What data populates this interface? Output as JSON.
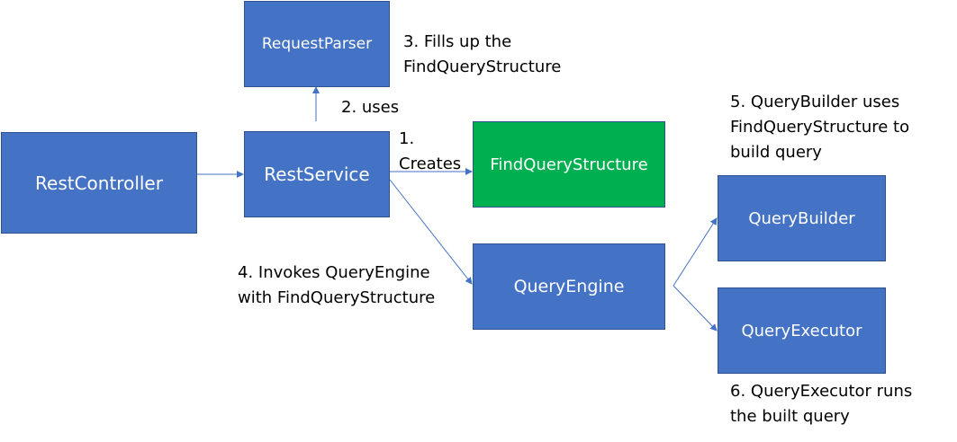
{
  "colors": {
    "box_fill": "#4472c4",
    "highlight_fill": "#00b050",
    "arrow": "#4472c4",
    "text": "#000000"
  },
  "nodes": {
    "rest_controller": "RestController",
    "rest_service": "RestService",
    "request_parser": "RequestParser",
    "find_query_structure": "FindQueryStructure",
    "query_engine": "QueryEngine",
    "query_builder": "QueryBuilder",
    "query_executor": "QueryExecutor"
  },
  "labels": {
    "step1": [
      "1.",
      "Creates"
    ],
    "step2": "2. uses",
    "step3": [
      "3. Fills up the",
      "FindQueryStructure"
    ],
    "step4": [
      "4. Invokes QueryEngine",
      "with FindQueryStructure"
    ],
    "step5": [
      "5. QueryBuilder uses",
      "FindQueryStructure to",
      "build query"
    ],
    "step6": [
      "6. QueryExecutor runs",
      "the built query"
    ]
  }
}
